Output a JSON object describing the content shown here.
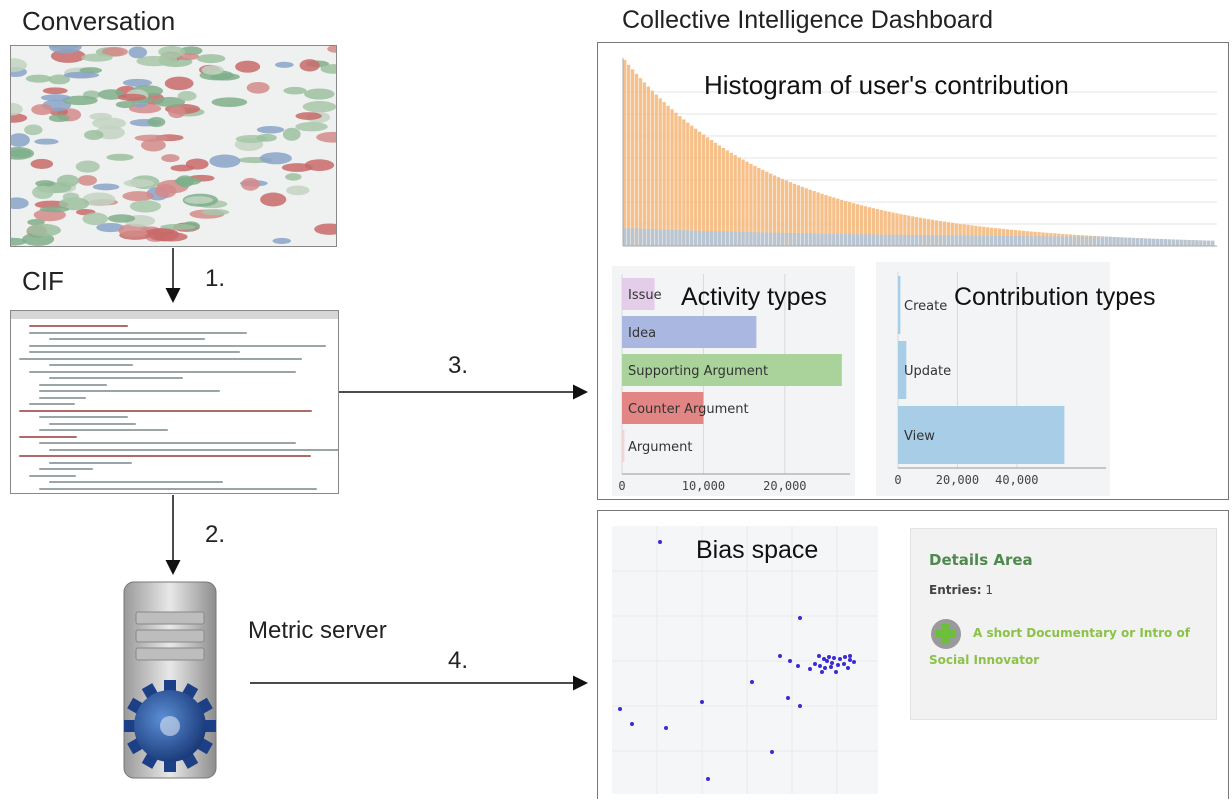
{
  "labels": {
    "conversation": "Conversation",
    "cif": "CIF",
    "metric_server": "Metric server",
    "dashboard": "Collective Intelligence Dashboard",
    "step1": "1.",
    "step2": "2.",
    "step3": "3.",
    "step4": "4."
  },
  "dashboard": {
    "histogram_title": "Histogram of user's contribution",
    "activity_title": "Activity types",
    "contribution_title": "Contribution types",
    "bias_title": "Bias space"
  },
  "details": {
    "title": "Details Area",
    "entries_label": "Entries:",
    "entries_value": "1",
    "item_text_1": "A short Documentary or Intro of",
    "item_text_2": "Social Innovator"
  },
  "colors": {
    "hist_orange": "#f6c08a",
    "hist_blue": "#a9c6e3",
    "issue": "#e3cde8",
    "idea": "#aab7e0",
    "supporting": "#a9d39a",
    "counter": "#e18585",
    "argument": "#f0d6d6",
    "contrib_bar": "#a8cde6",
    "bias_point": "#3b2bd6",
    "details_green": "#4e8a4e",
    "details_link": "#8cc24a"
  },
  "chart_data": [
    {
      "type": "bar",
      "title": "Activity types",
      "categories": [
        "Issue",
        "Idea",
        "Supporting Argument",
        "Counter Argument",
        "Argument"
      ],
      "values": [
        4000,
        16500,
        27000,
        10000,
        300
      ],
      "xticks": [
        "0",
        "10,000",
        "20,000"
      ],
      "xlim": [
        0,
        28000
      ]
    },
    {
      "type": "bar",
      "title": "Contribution types",
      "categories": [
        "Create",
        "Update",
        "View"
      ],
      "values": [
        800,
        2800,
        56000
      ],
      "xticks": [
        "0",
        "20,000",
        "40,000"
      ],
      "xlim": [
        0,
        70000
      ]
    }
  ]
}
